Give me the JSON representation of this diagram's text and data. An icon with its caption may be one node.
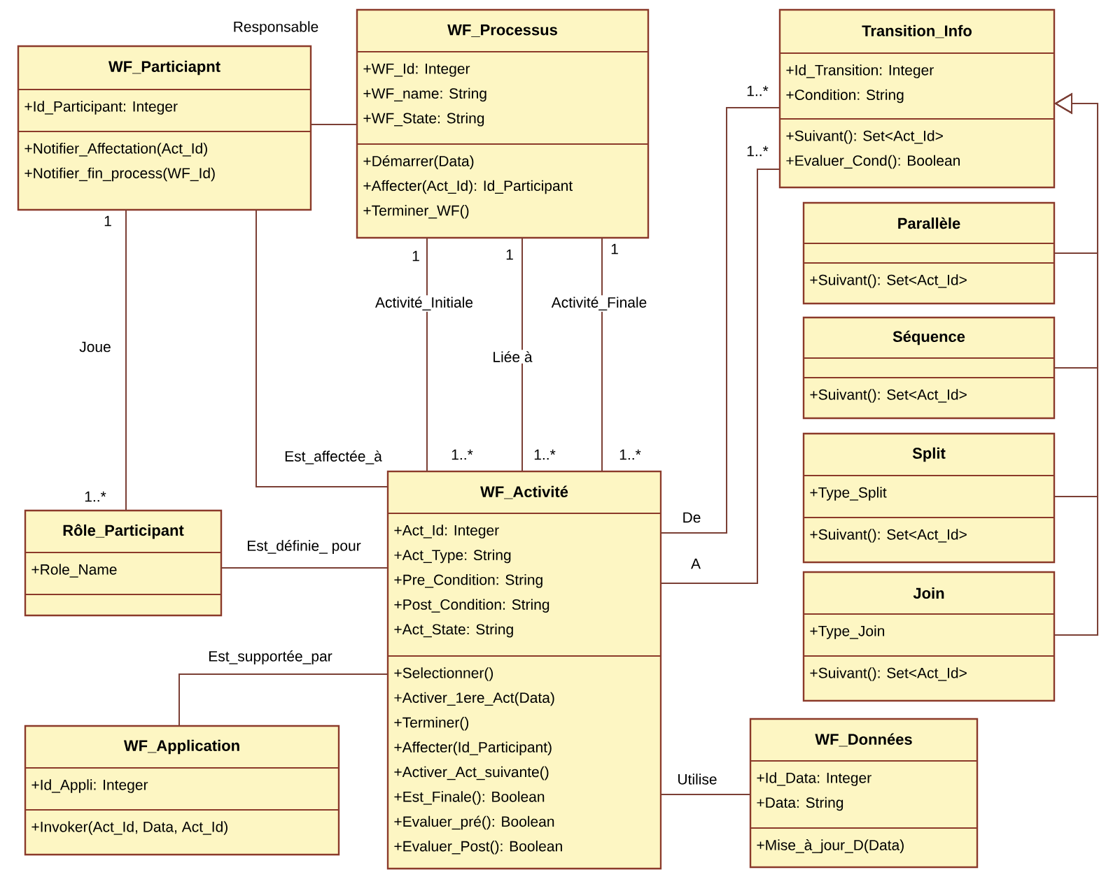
{
  "diagram": {
    "nodes": [
      {
        "text": [
          "WF_Particiapnt",
          "+Id_Participant: Integer",
          "+Notifier_Affectation(Act_Id)",
          "+Notifier_fin_process(WF_Id)"
        ]
      },
      {
        "text": [
          "WF_Processus",
          "+WF_Id: Integer",
          "+WF_name: String",
          "+WF_State: String",
          "+Démarrer(Data)",
          "+Affecter(Act_Id): Id_Participant",
          "+Terminer_WF()"
        ]
      },
      {
        "text": [
          "Transition_Info",
          "+Id_Transition: Integer",
          "+Condition: String",
          "+Suivant(): Set<Act_Id>",
          "+Evaluer_Cond(): Boolean"
        ]
      },
      {
        "text": [
          "Parallèle",
          "+Suivant(): Set<Act_Id>"
        ]
      },
      {
        "text": [
          "Séquence",
          "+Suivant(): Set<Act_Id>"
        ]
      },
      {
        "text": [
          "Split",
          "+Type_Split",
          "+Suivant(): Set<Act_Id>"
        ]
      },
      {
        "text": [
          "Join",
          "+Type_Join",
          "+Suivant(): Set<Act_Id>"
        ]
      },
      {
        "text": [
          "WF_Activité",
          "+Act_Id: Integer",
          "+Act_Type: String",
          "+Pre_Condition: String",
          "+Post_Condition: String",
          "+Act_State: String",
          "+Selectionner()",
          "+Activer_1ere_Act(Data)",
          "+Terminer()",
          "+Affecter(Id_Participant)",
          "+Activer_Act_suivante()",
          "+Est_Finale(): Boolean",
          "+Evaluer_pré(): Boolean",
          "+Evaluer_Post(): Boolean"
        ]
      },
      {
        "text": [
          "Rôle_Participant",
          "+Role_Name"
        ]
      },
      {
        "text": [
          "WF_Application",
          "+Id_Appli: Integer",
          "+Invoker(Act_Id, Data, Act_Id)"
        ]
      },
      {
        "text": [
          "WF_Données",
          "+Id_Data: Integer",
          "+Data: String",
          "+Mise_à_jour_D(Data)"
        ]
      }
    ],
    "edges": [
      {
        "from": 0,
        "to": 1,
        "arrow": "none"
      },
      {
        "from": 0,
        "to": 8,
        "arrow": "none",
        "label": "Joue"
      },
      {
        "from": 0,
        "to": 7,
        "arrow": "none",
        "label": "Est_affectée_à"
      },
      {
        "from": 1,
        "to": 7,
        "arrow": "none",
        "label": "Activité_Initiale"
      },
      {
        "from": 1,
        "to": 7,
        "arrow": "none",
        "label": "Liée à"
      },
      {
        "from": 1,
        "to": 7,
        "arrow": "none",
        "label": "Activité_Finale"
      },
      {
        "from": 7,
        "to": 2,
        "arrow": "none",
        "label": "De"
      },
      {
        "from": 7,
        "to": 2,
        "arrow": "none",
        "label": "A"
      },
      {
        "from": 8,
        "to": 7,
        "arrow": "none",
        "label": "Est_définie_ pour"
      },
      {
        "from": 9,
        "to": 7,
        "arrow": "none",
        "label": "Est_supportée_par"
      },
      {
        "from": 7,
        "to": 10,
        "arrow": "none",
        "label": "Utilise"
      },
      {
        "from": 3,
        "to": 2,
        "arrow": "to"
      },
      {
        "from": 4,
        "to": 2,
        "arrow": "to"
      },
      {
        "from": 5,
        "to": 2,
        "arrow": "to"
      },
      {
        "from": 6,
        "to": 2,
        "arrow": "to"
      }
    ],
    "labels": [
      "Responsable",
      "1",
      "1",
      "1",
      "1",
      "1..*",
      "1..*",
      "1..*",
      "1..*",
      "1..*",
      "1..*"
    ]
  }
}
